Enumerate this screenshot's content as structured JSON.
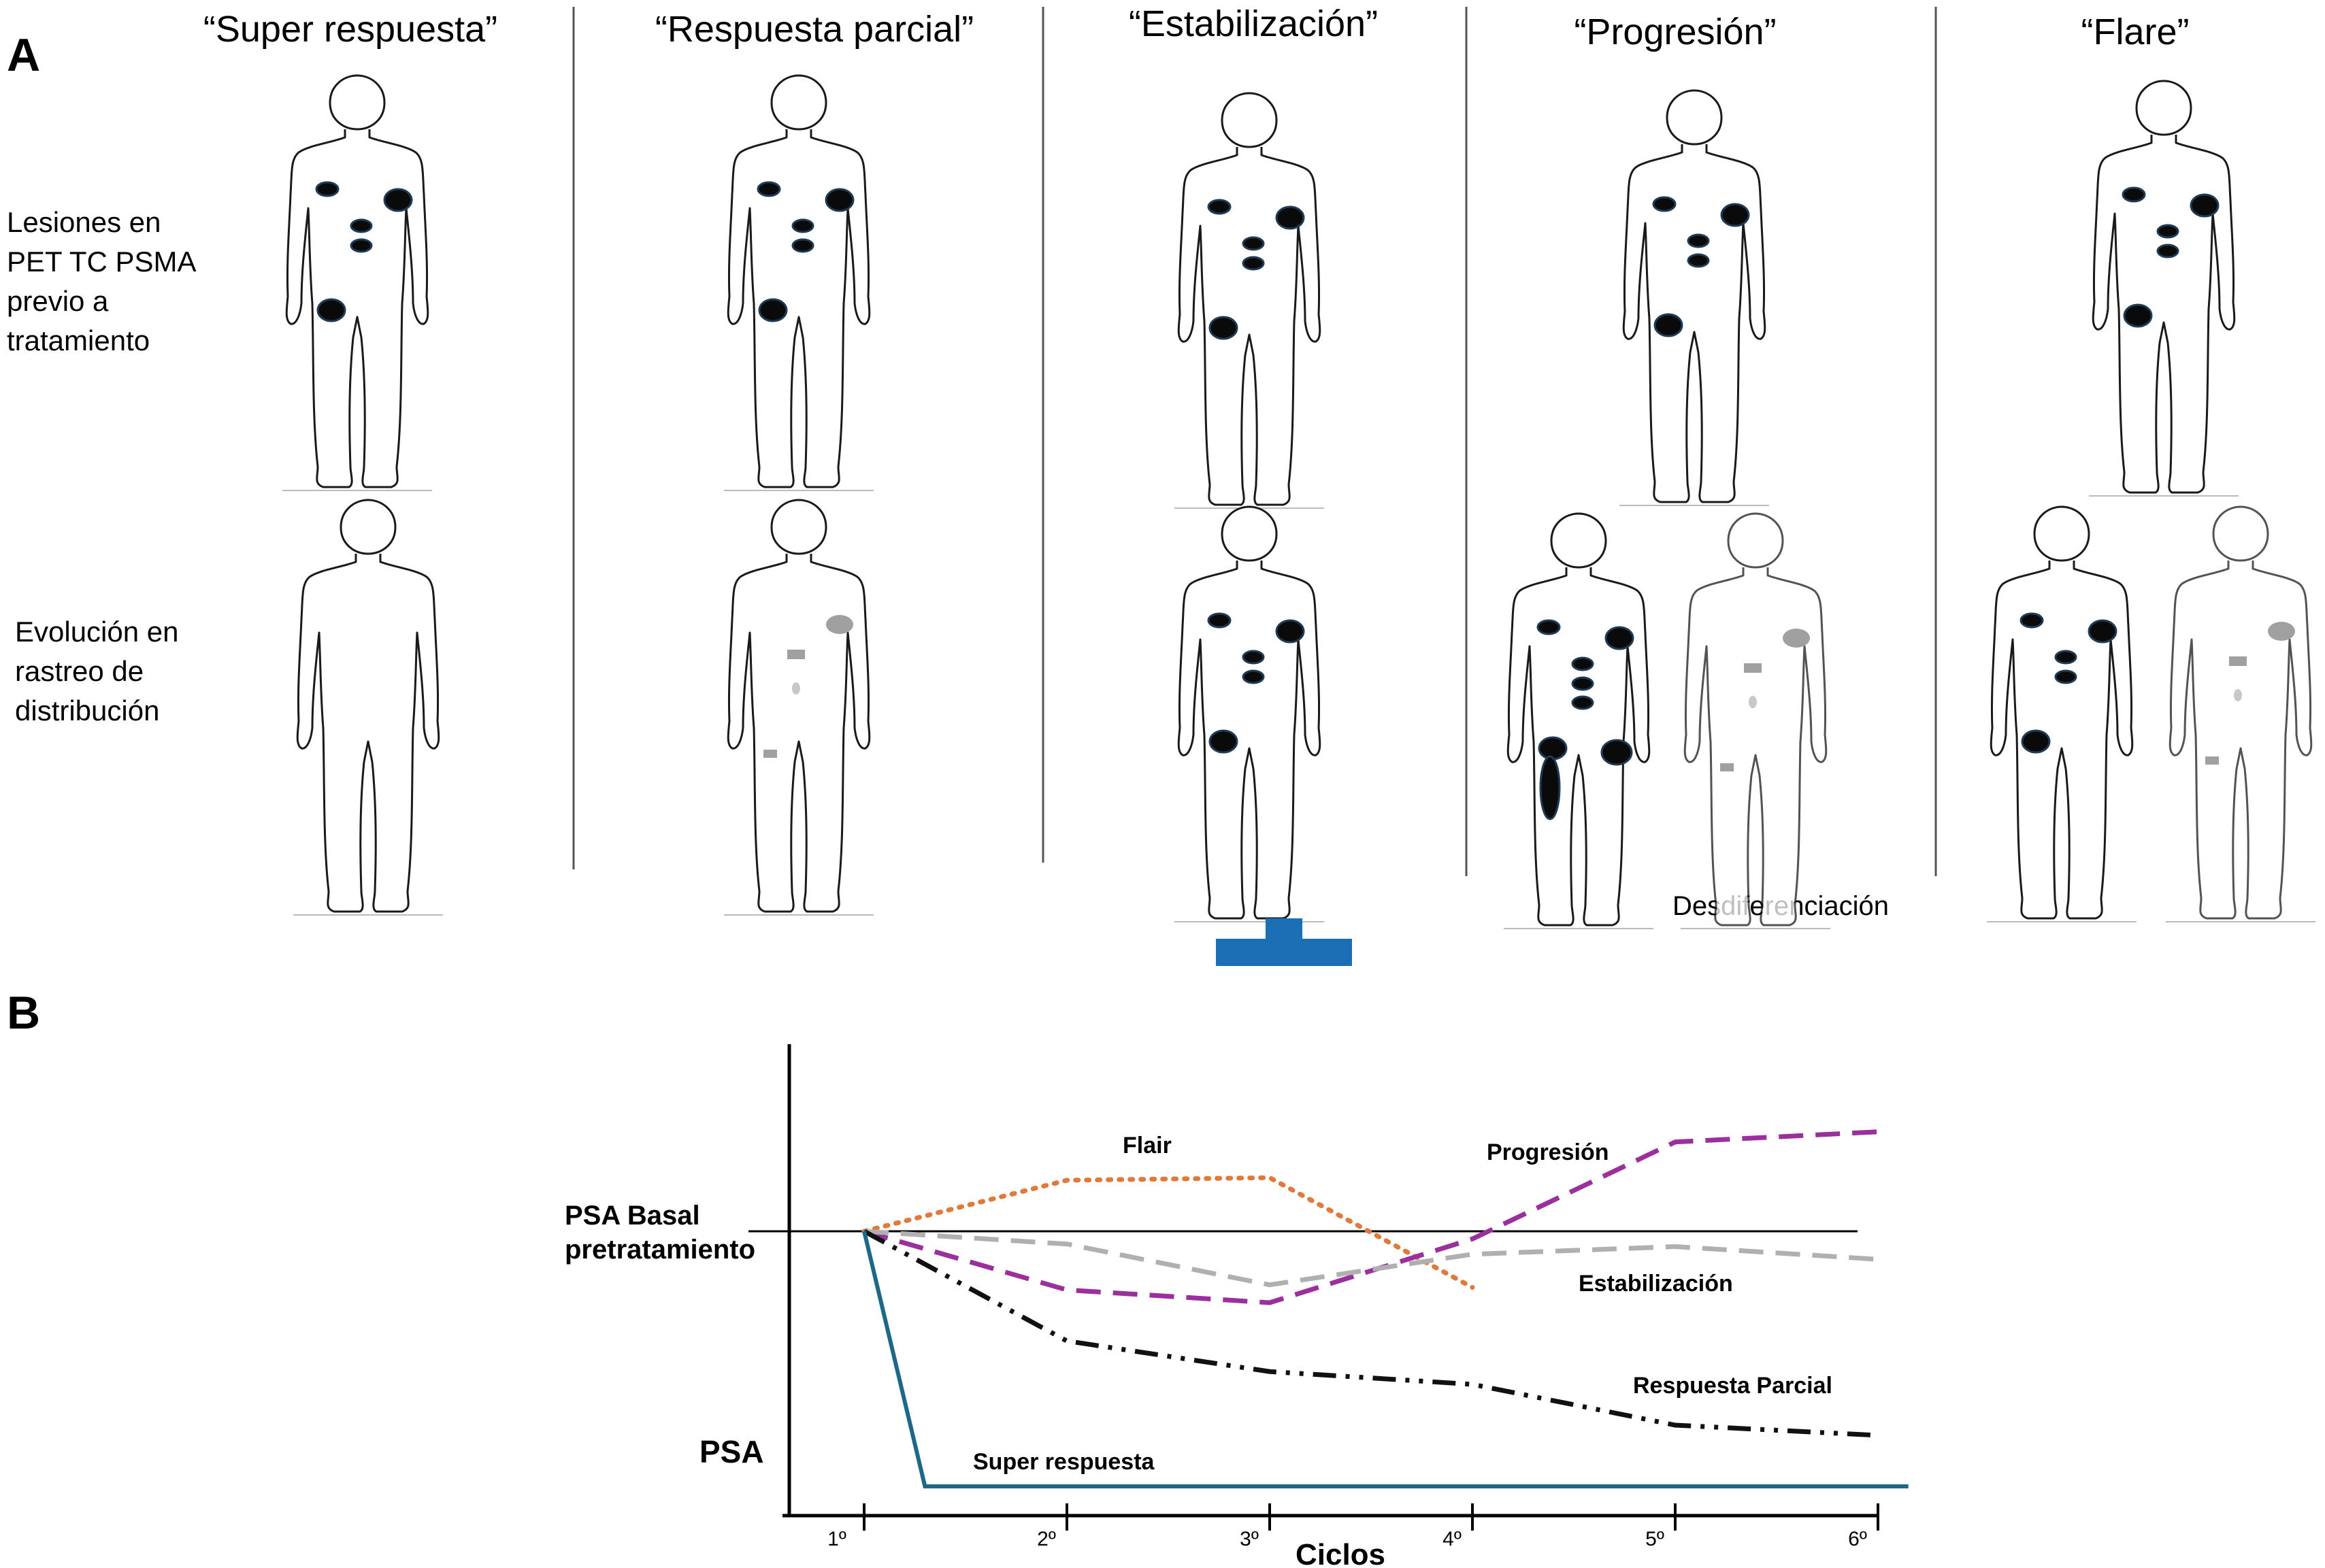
{
  "panel_a": {
    "letter": "A",
    "columns": [
      {
        "title": "“Super respuesta”"
      },
      {
        "title": "“Respuesta parcial”"
      },
      {
        "title": "“Estabilización”"
      },
      {
        "title": "“Progresión”"
      },
      {
        "title": "“Flare”"
      }
    ],
    "row_labels": {
      "top": "Lesiones en\nPET TC PSMA\nprevio a\ntratamiento",
      "bottom": "Evolución en\nrastreo de\ndistribución"
    },
    "dediff_caption": "Desdiferenciación",
    "plus_icon": "plus-icon",
    "colors": {
      "lesion": "#0a0a0a",
      "lesion_outline": "#1f3b55",
      "faded_lesion": "#a0a0a0",
      "plus": "#1b6fb5"
    }
  },
  "panel_b": {
    "letter": "B"
  },
  "chart_data": {
    "type": "line",
    "xlabel": "Ciclos",
    "ylabel": "PSA",
    "baseline_label": "PSA Basal\npretratamiento",
    "x": [
      "1º",
      "2º",
      "3º",
      "4º",
      "5º",
      "6º"
    ],
    "y_note": "relative PSA level, baseline = 0",
    "ylim": [
      -100,
      40
    ],
    "series": [
      {
        "name": "Flair",
        "color": "#e07a3a",
        "style": "dotted",
        "points": [
          [
            1,
            0
          ],
          [
            2,
            20
          ],
          [
            3,
            21
          ],
          [
            4,
            -22
          ]
        ]
      },
      {
        "name": "Progresión",
        "color": "#9b2f9e",
        "style": "dashed",
        "points": [
          [
            1,
            0
          ],
          [
            2,
            -23
          ],
          [
            3,
            -28
          ],
          [
            4,
            -3
          ],
          [
            5,
            35
          ],
          [
            6,
            39
          ]
        ]
      },
      {
        "name": "Estabilización",
        "color": "#b0b0b0",
        "style": "dashed",
        "points": [
          [
            1,
            0
          ],
          [
            2,
            -5
          ],
          [
            3,
            -21
          ],
          [
            4,
            -9
          ],
          [
            5,
            -6
          ],
          [
            6,
            -11
          ]
        ]
      },
      {
        "name": "Respuesta Parcial",
        "color": "#111111",
        "style": "dashdotdot",
        "points": [
          [
            1,
            0
          ],
          [
            2,
            -43
          ],
          [
            3,
            -55
          ],
          [
            4,
            -60
          ],
          [
            5,
            -76
          ],
          [
            6,
            -80
          ]
        ]
      },
      {
        "name": "Super respuesta",
        "color": "#1e6887",
        "style": "solid",
        "points": [
          [
            1,
            0
          ],
          [
            1.3,
            -100
          ],
          [
            6.15,
            -100
          ]
        ]
      }
    ]
  }
}
